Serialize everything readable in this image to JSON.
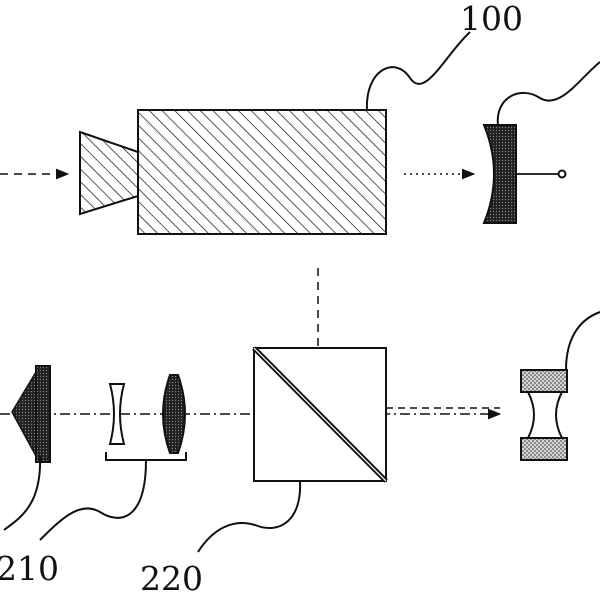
{
  "labels": {
    "camera": "100",
    "lens_group": "210",
    "beam_splitter": "220"
  },
  "colors": {
    "ink": "#111111",
    "paper": "#ffffff",
    "dark_fill": "#2a2a2a",
    "dot_fill": "#bdbdbd"
  }
}
